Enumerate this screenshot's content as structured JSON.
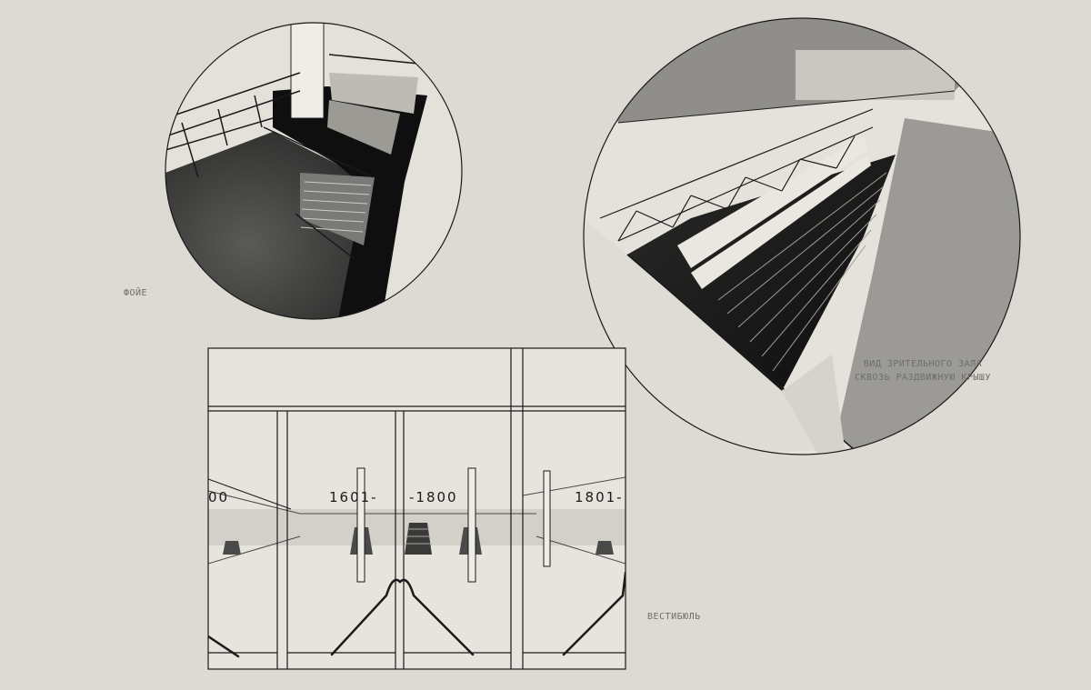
{
  "captions": {
    "foyer": "ФОЙЕ",
    "vestibule": "ВЕСТИБЮЛЬ",
    "hall_line1": "ВИД ЗРИТЕЛЬНОГО ЗАЛА",
    "hall_line2": "СКВОЗЬ РАЗДВИЖНУЮ КРЫШУ"
  },
  "vestibule_signs": {
    "left": "00",
    "center_left": "1601-",
    "center_right": "-1800",
    "right": "1801-"
  },
  "colors": {
    "paper": "#dcdad2",
    "ink": "#1a1a1a",
    "dark_grey": "#4a4a4a",
    "light_grey": "#e2e0d9"
  }
}
